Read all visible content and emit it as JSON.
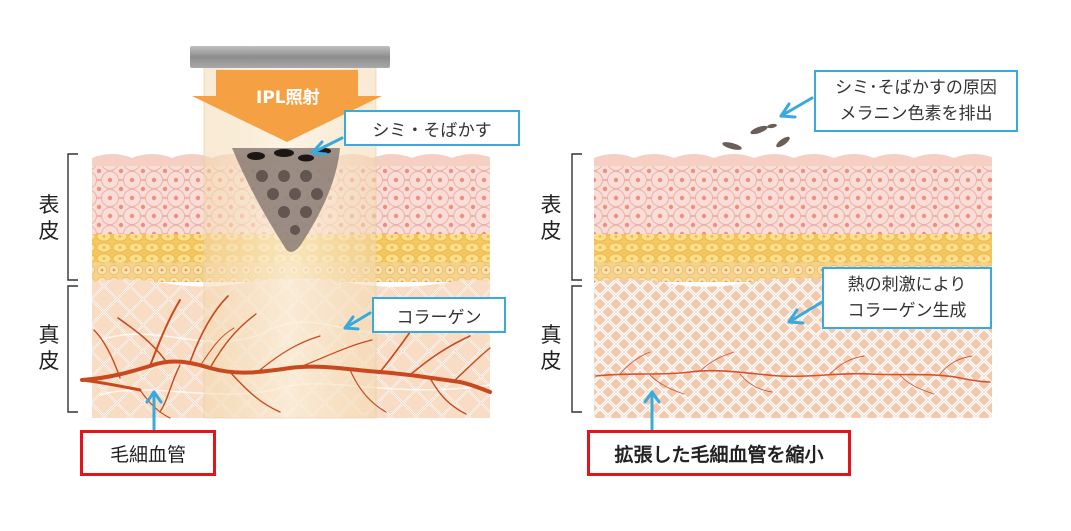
{
  "left_panel": {
    "ipl_label": "IPL照射",
    "epidermis_label": "表\n皮",
    "dermis_label": "真\n皮",
    "callout_spots": "シミ・そばかす",
    "callout_collagen": "コラーゲン",
    "capillary_label": "毛細血管"
  },
  "right_panel": {
    "epidermis_label": "表\n皮",
    "dermis_label": "真\n皮",
    "callout_melanin_line1": "シミ･そばかすの原因",
    "callout_melanin_line2": "メラニン色素を排出",
    "callout_heat_line1": "熱の刺激により",
    "callout_heat_line2": "コラーゲン生成",
    "capillary_result": "拡張した毛細血管を縮小"
  },
  "colors": {
    "callout_border": "#3aa9dc",
    "highlight_border": "#e3151a",
    "ipl_arrow": "#f5a042",
    "epidermis_pink": "#f7d3cc",
    "basal_yellow": "#f7cf6e",
    "dermis_peach": "#f7d9be",
    "vessel": "#c9491e"
  }
}
